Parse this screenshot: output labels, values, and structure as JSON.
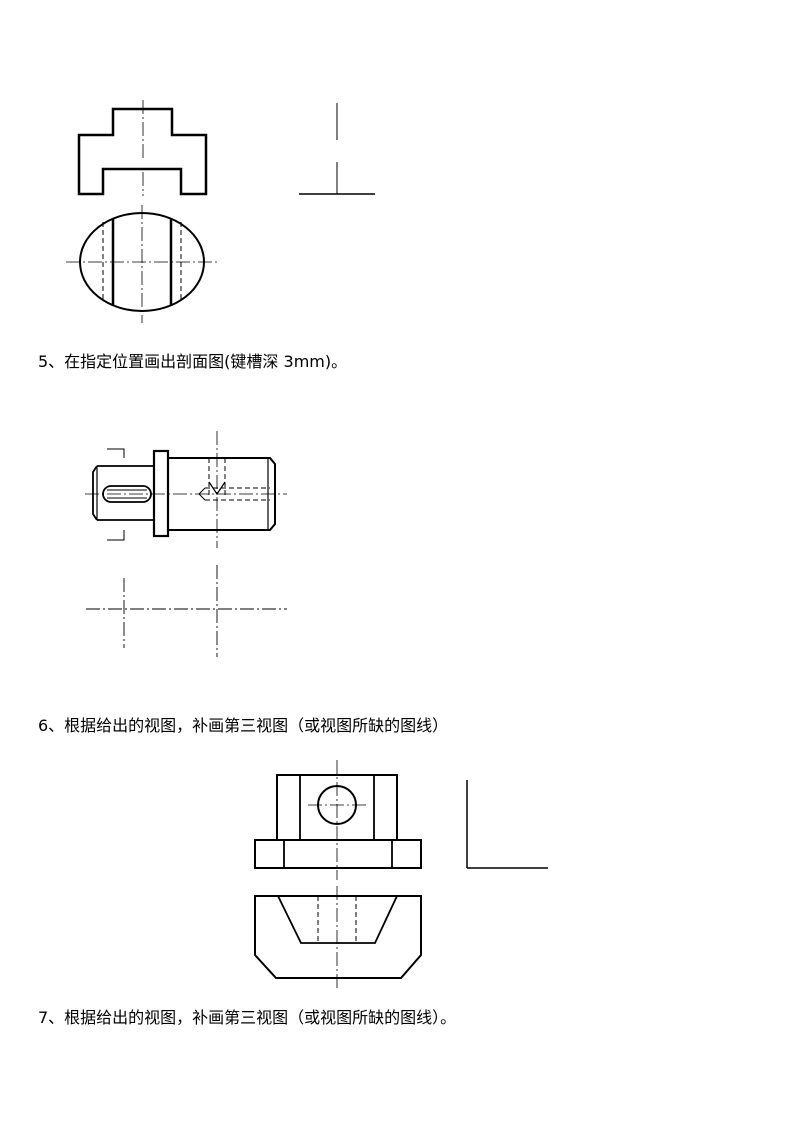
{
  "questions": {
    "q5": "5、在指定位置画出剖面图(键槽深 3mm)。",
    "q6": "6、根据给出的视图，补画第三视图（或视图所缺的图线）",
    "q7": "7、根据给出的视图，补画第三视图（或视图所缺的图线）。"
  }
}
